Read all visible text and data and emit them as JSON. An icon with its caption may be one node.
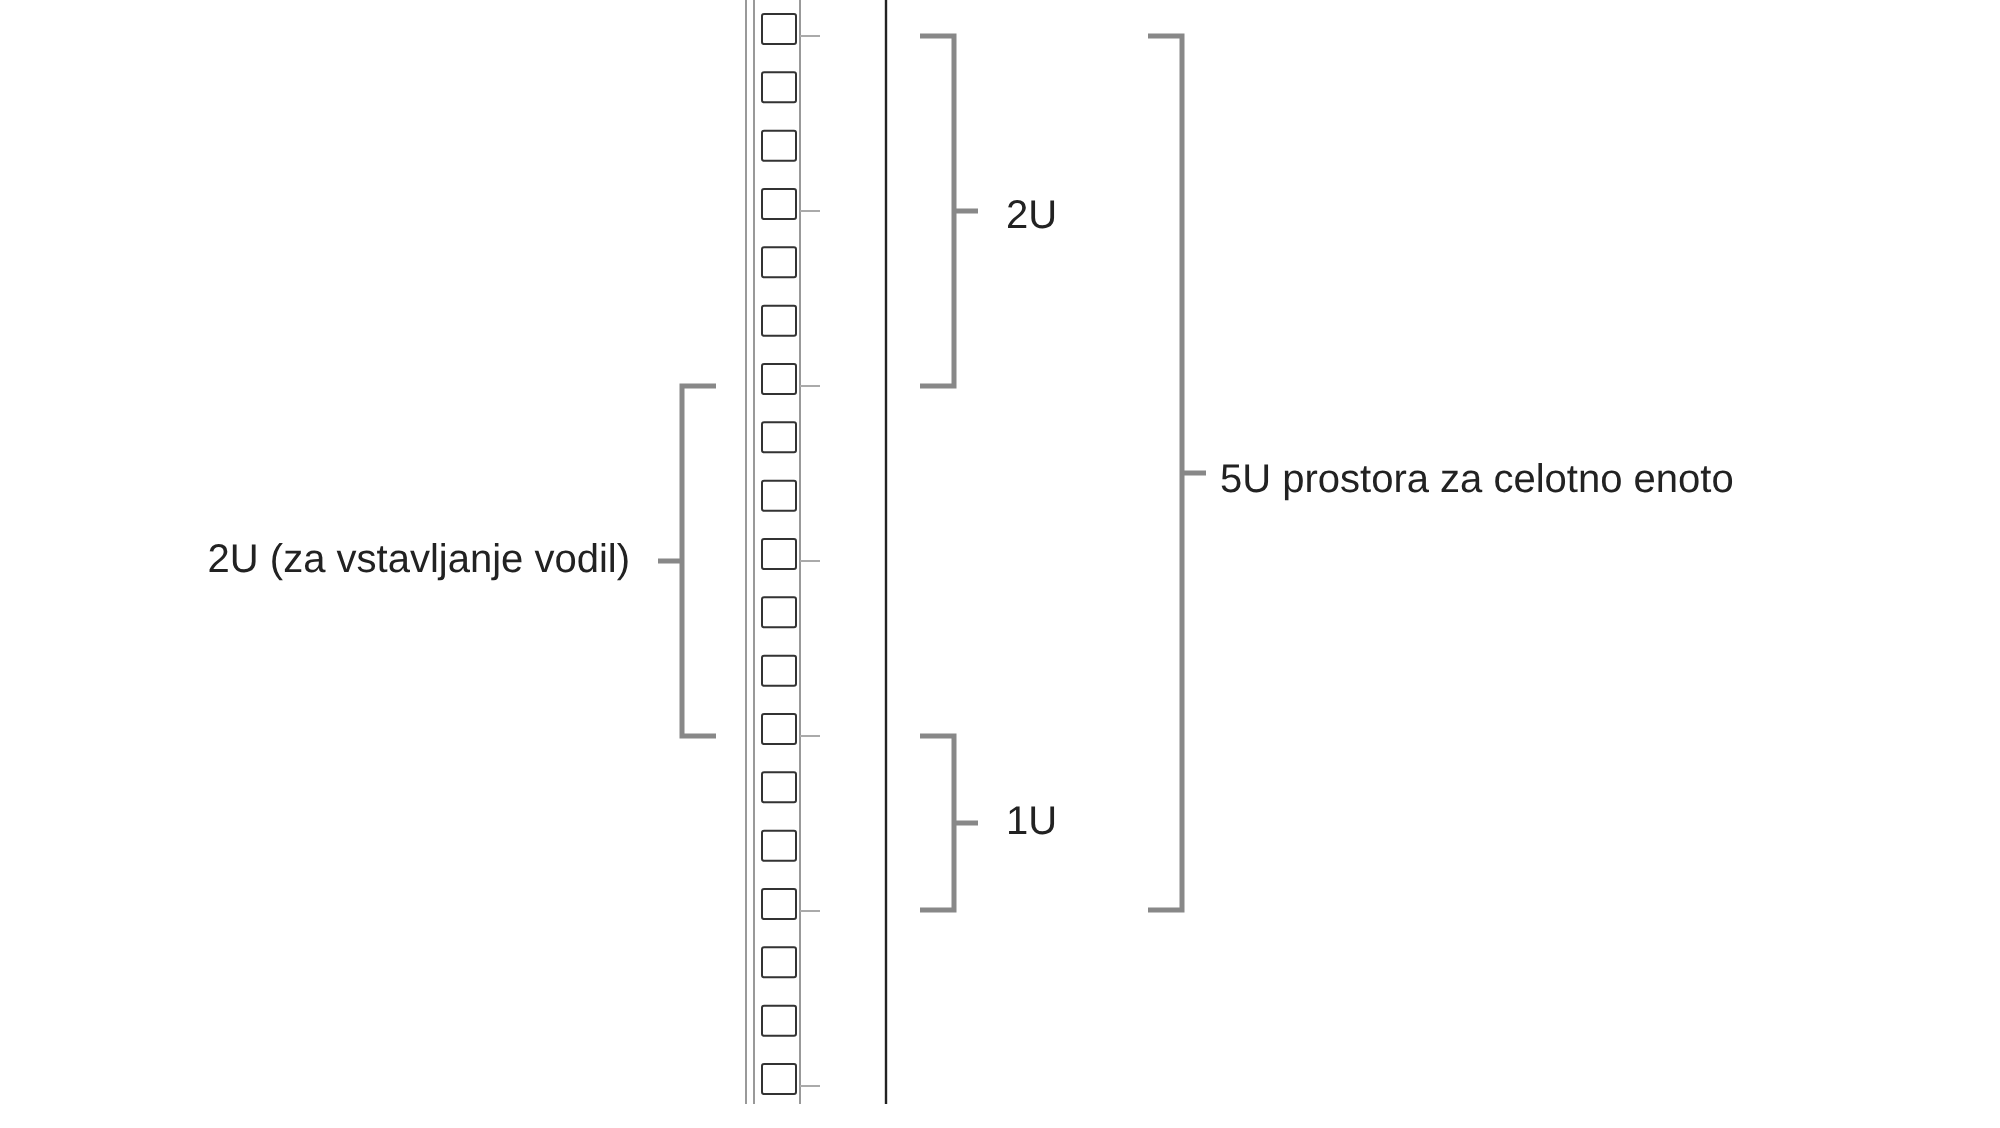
{
  "diagram": {
    "labels": [
      "2U",
      "5U prostora za celotno enoto",
      "2U (za vstavljanje vodil)",
      "1U"
    ]
  }
}
